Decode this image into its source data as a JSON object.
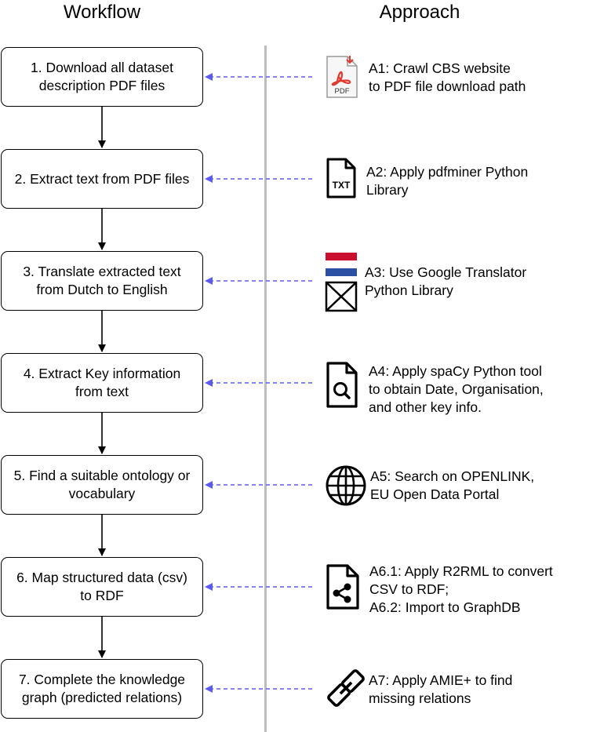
{
  "headings": {
    "workflow": "Workflow",
    "approach": "Approach"
  },
  "steps": [
    {
      "label": "1. Download all dataset\ndescription PDF files"
    },
    {
      "label": "2. Extract text from PDF files"
    },
    {
      "label": "3. Translate extracted text\nfrom Dutch to English"
    },
    {
      "label": "4. Extract Key information\nfrom text"
    },
    {
      "label": "5. Find a suitable ontology or\nvocabulary"
    },
    {
      "label": "6. Map structured data (csv)\nto RDF"
    },
    {
      "label": "7. Complete the knowledge\ngraph (predicted relations)"
    }
  ],
  "approaches": [
    {
      "text": "A1: Crawl CBS website\nto PDF file download path",
      "icon": "pdf-file-icon",
      "icon_label": "PDF"
    },
    {
      "text": "A2: Apply pdfminer Python\nLibrary",
      "icon": "txt-file-icon",
      "icon_label": "TXT"
    },
    {
      "text": "A3: Use Google Translator\nPython Library",
      "icon": "dutch-flag-icon",
      "icon_label": ""
    },
    {
      "text": "A4: Apply spaCy Python tool\nto obtain Date, Organisation,\nand other key info.",
      "icon": "file-search-icon",
      "icon_label": ""
    },
    {
      "text": "A5: Search on OPENLINK,\nEU Open Data Portal",
      "icon": "globe-icon",
      "icon_label": ""
    },
    {
      "text": "A6.1: Apply R2RML to convert\nCSV to RDF;\nA6.2: Import to GraphDB",
      "icon": "file-share-icon",
      "icon_label": ""
    },
    {
      "text": "A7: Apply AMIE+ to find\nmissing relations",
      "icon": "link-icon",
      "icon_label": ""
    }
  ],
  "colors": {
    "dashed_arrow": "#5b5bf0",
    "flag_red": "#c8102e",
    "flag_blue": "#2b4fa3",
    "pdf_red": "#e03a2f",
    "divider": "#bdbdbd"
  }
}
